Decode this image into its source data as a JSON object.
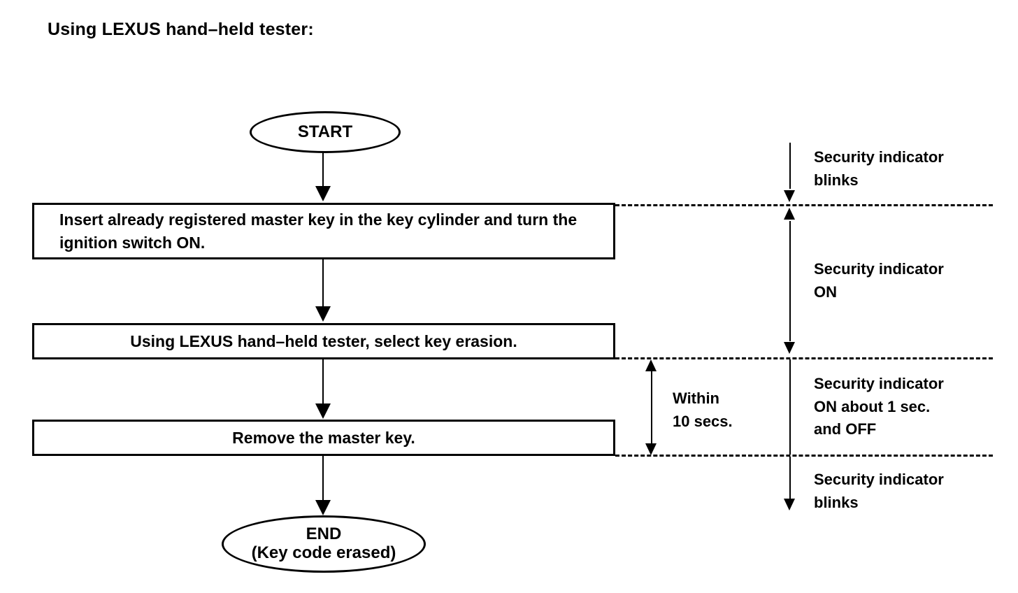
{
  "title": "Using LEXUS hand–held tester:",
  "flow": {
    "start": {
      "label": "START"
    },
    "steps": [
      {
        "id": "insert-key",
        "text": "Insert already registered master key in the key cylinder and turn the ignition switch ON."
      },
      {
        "id": "select-key-erasion",
        "text": "Using LEXUS hand–held tester, select key erasion."
      },
      {
        "id": "remove-key",
        "text": "Remove the master key."
      }
    ],
    "end": {
      "label": "END",
      "sublabel": "(Key code erased)"
    }
  },
  "timing": {
    "within_label_line1": "Within",
    "within_label_line2": "10 secs."
  },
  "annotations": [
    {
      "id": "indicator-blinks-top",
      "text": "Security indicator\nblinks"
    },
    {
      "id": "indicator-on",
      "text": "Security indicator\nON"
    },
    {
      "id": "indicator-on-1sec-off",
      "text": "Security indicator\nON about 1 sec.\nand OFF"
    },
    {
      "id": "indicator-blinks-bottom",
      "text": "Security indicator\nblinks"
    }
  ],
  "colors": {
    "ink": "#000000",
    "paper": "#ffffff"
  }
}
